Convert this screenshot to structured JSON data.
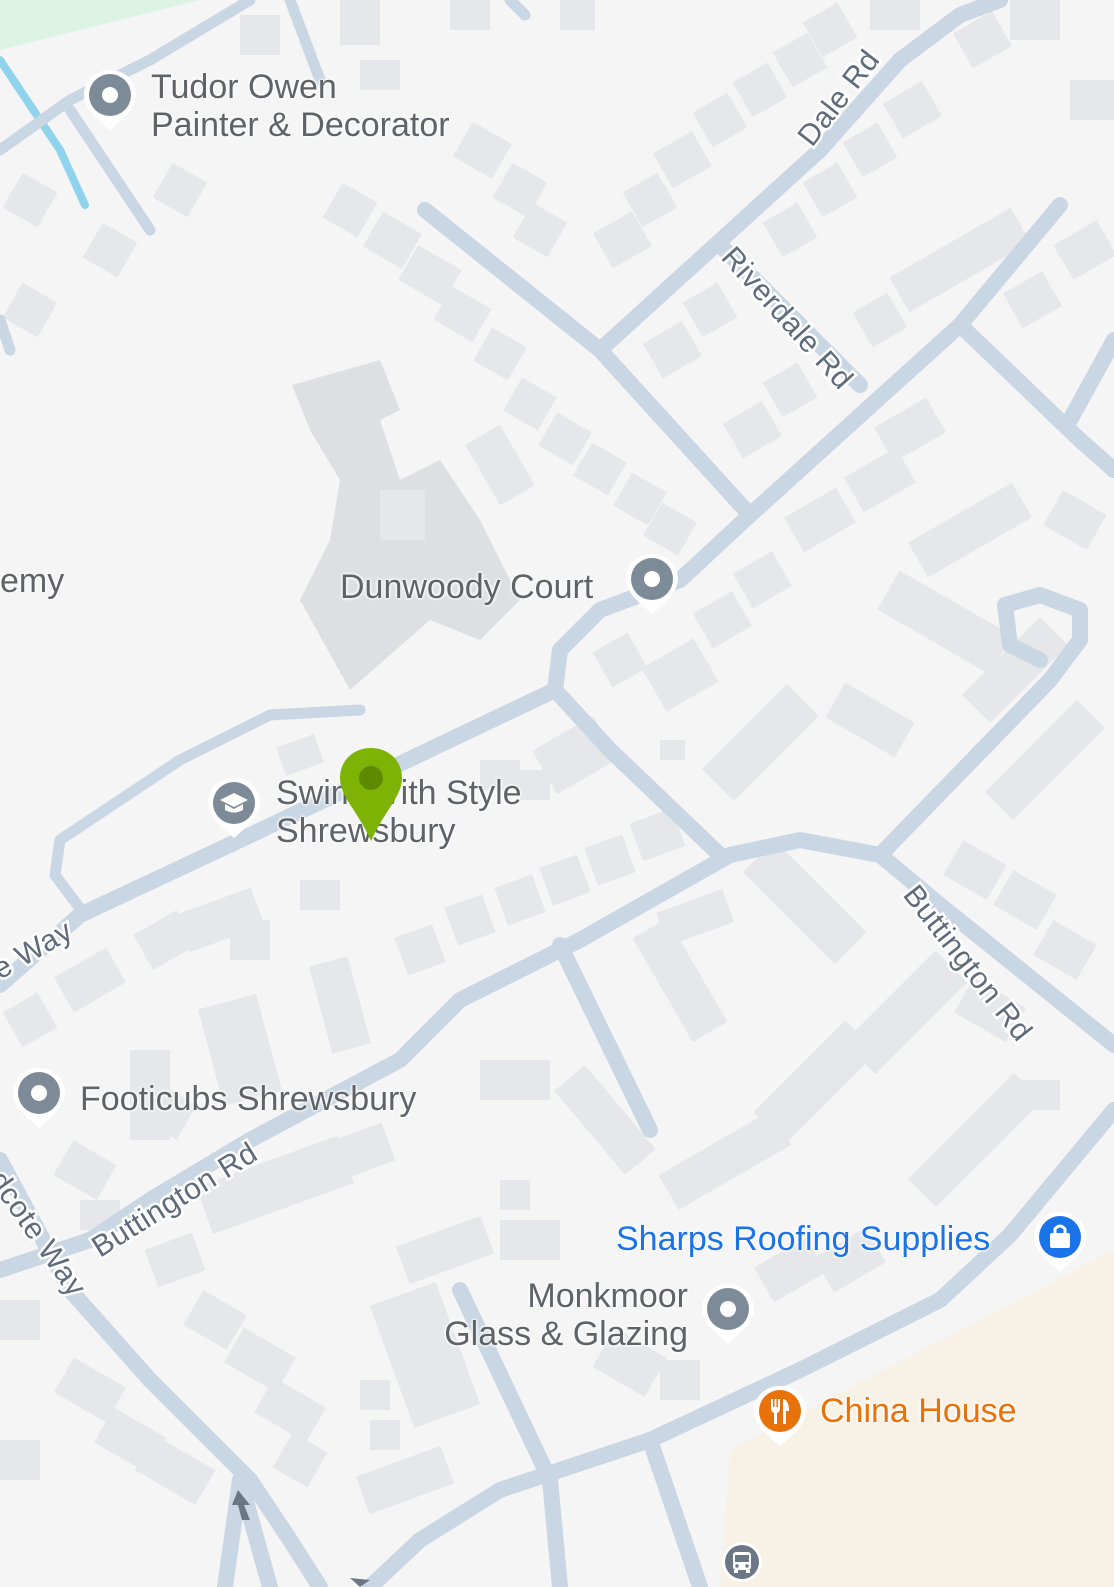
{
  "map": {
    "streets": [
      {
        "id": "dale-rd",
        "label": "Dale Rd"
      },
      {
        "id": "riverdale-rd",
        "label": "Riverdale Rd"
      },
      {
        "id": "buttington-rd-east",
        "label": "Buttington Rd"
      },
      {
        "id": "buttington-rd-west",
        "label": "Buttington Rd"
      },
      {
        "id": "way-west",
        "label": "e Way"
      },
      {
        "id": "cote-way",
        "label": "dcote Way"
      }
    ],
    "places": [
      {
        "id": "tudor-owen",
        "line1": "Tudor Owen",
        "line2": "Painter & Decorator",
        "icon": "generic-pin-icon"
      },
      {
        "id": "dunwoody-court",
        "line1": "Dunwoody Court",
        "icon": "generic-pin-icon"
      },
      {
        "id": "academy-partial",
        "line1": "emy"
      },
      {
        "id": "swim-with-style",
        "line1": "Swim With Style",
        "line2": "Shrewsbury",
        "icon": "education-icon"
      },
      {
        "id": "footicubs",
        "line1": "Footicubs Shrewsbury",
        "icon": "generic-pin-icon"
      },
      {
        "id": "sharps-roofing",
        "line1": "Sharps Roofing Supplies",
        "icon": "shopping-bag-icon",
        "color": "#1a73e8"
      },
      {
        "id": "monkmoor-glass",
        "line1": "Monkmoor",
        "line2": "Glass & Glazing",
        "icon": "generic-pin-icon"
      },
      {
        "id": "china-house",
        "line1": "China House",
        "icon": "restaurant-icon",
        "color": "#e8710a"
      }
    ],
    "selected_marker": {
      "icon": "location-marker-icon",
      "color": "#7cb305"
    },
    "colors": {
      "background": "#f5f5f5",
      "road": "#c9d6e3",
      "building": "#e6e7ea",
      "park": "#dcf3e4",
      "water": "#8fd3ec",
      "commercial": "#f8f1e6",
      "poi_gray": "#7d8a98"
    }
  }
}
